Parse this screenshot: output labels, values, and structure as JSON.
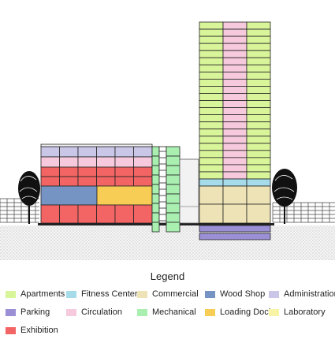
{
  "legend": {
    "title": "Legend",
    "items": [
      {
        "label": "Apartments",
        "color": "#d9f59a"
      },
      {
        "label": "Fitness Center",
        "color": "#a6dbea"
      },
      {
        "label": "Commercial",
        "color": "#eee3b6"
      },
      {
        "label": "Wood Shop",
        "color": "#7594c3"
      },
      {
        "label": "Administration",
        "color": "#c9c6e8"
      },
      {
        "label": "Parking",
        "color": "#9b8fd6"
      },
      {
        "label": "Circulation",
        "color": "#f6c9dc"
      },
      {
        "label": "Mechanical",
        "color": "#a9efb0"
      },
      {
        "label": "Loading Dock",
        "color": "#f8cd55"
      },
      {
        "label": "Laboratory",
        "color": "#f8f4a5"
      },
      {
        "label": "Exhibition",
        "color": "#f36565"
      }
    ]
  },
  "colors": {
    "apartments": "#d9f59a",
    "fitness": "#a6dbea",
    "commercial": "#eee3b6",
    "woodshop": "#7594c3",
    "administration": "#c9c6e8",
    "parking": "#9b8fd6",
    "circulation": "#f6c9dc",
    "mechanical": "#a9efb0",
    "loading": "#f8cd55",
    "laboratory": "#f8f4a5",
    "exhibition": "#f36565"
  }
}
